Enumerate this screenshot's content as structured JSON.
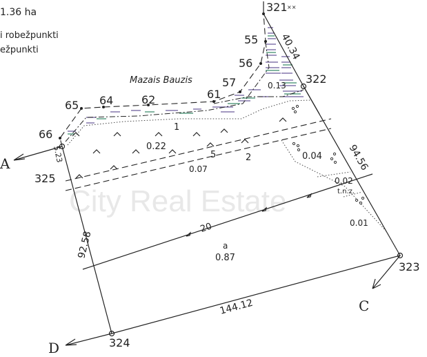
{
  "legend": {
    "area": "1.36 ha",
    "line1": "i robežpunkti",
    "line2": "ežpunkti"
  },
  "watermark": "City Real Estate",
  "place_name": "Mazais Bauzis",
  "points": {
    "p321": "321",
    "p55": "55",
    "p56": "56",
    "p57": "57",
    "p61": "61",
    "p62": "62",
    "p64": "64",
    "p65": "65",
    "p66": "66",
    "p322": "322",
    "p323": "323",
    "p324": "324",
    "p325": "325"
  },
  "marks": {
    "x": "×",
    "xx": "××"
  },
  "distances": {
    "d321_322": "40.34",
    "d322_323": "94.56",
    "d323_324": "144.12",
    "d324_325": "92.58",
    "d325_66": "5.23"
  },
  "areas": {
    "a013": "0.13",
    "a022": "0.22",
    "a007": "0.07",
    "a004": "0.04",
    "a002": "0.02",
    "a001": "0.01",
    "a_label": "a",
    "a087": "0.87",
    "tnz": "t.n.z."
  },
  "contour_numbers": {
    "n1": "1",
    "n5": "5",
    "n2": "2",
    "n20": "20"
  },
  "directions": {
    "A": "A",
    "C": "C",
    "D": "D"
  }
}
